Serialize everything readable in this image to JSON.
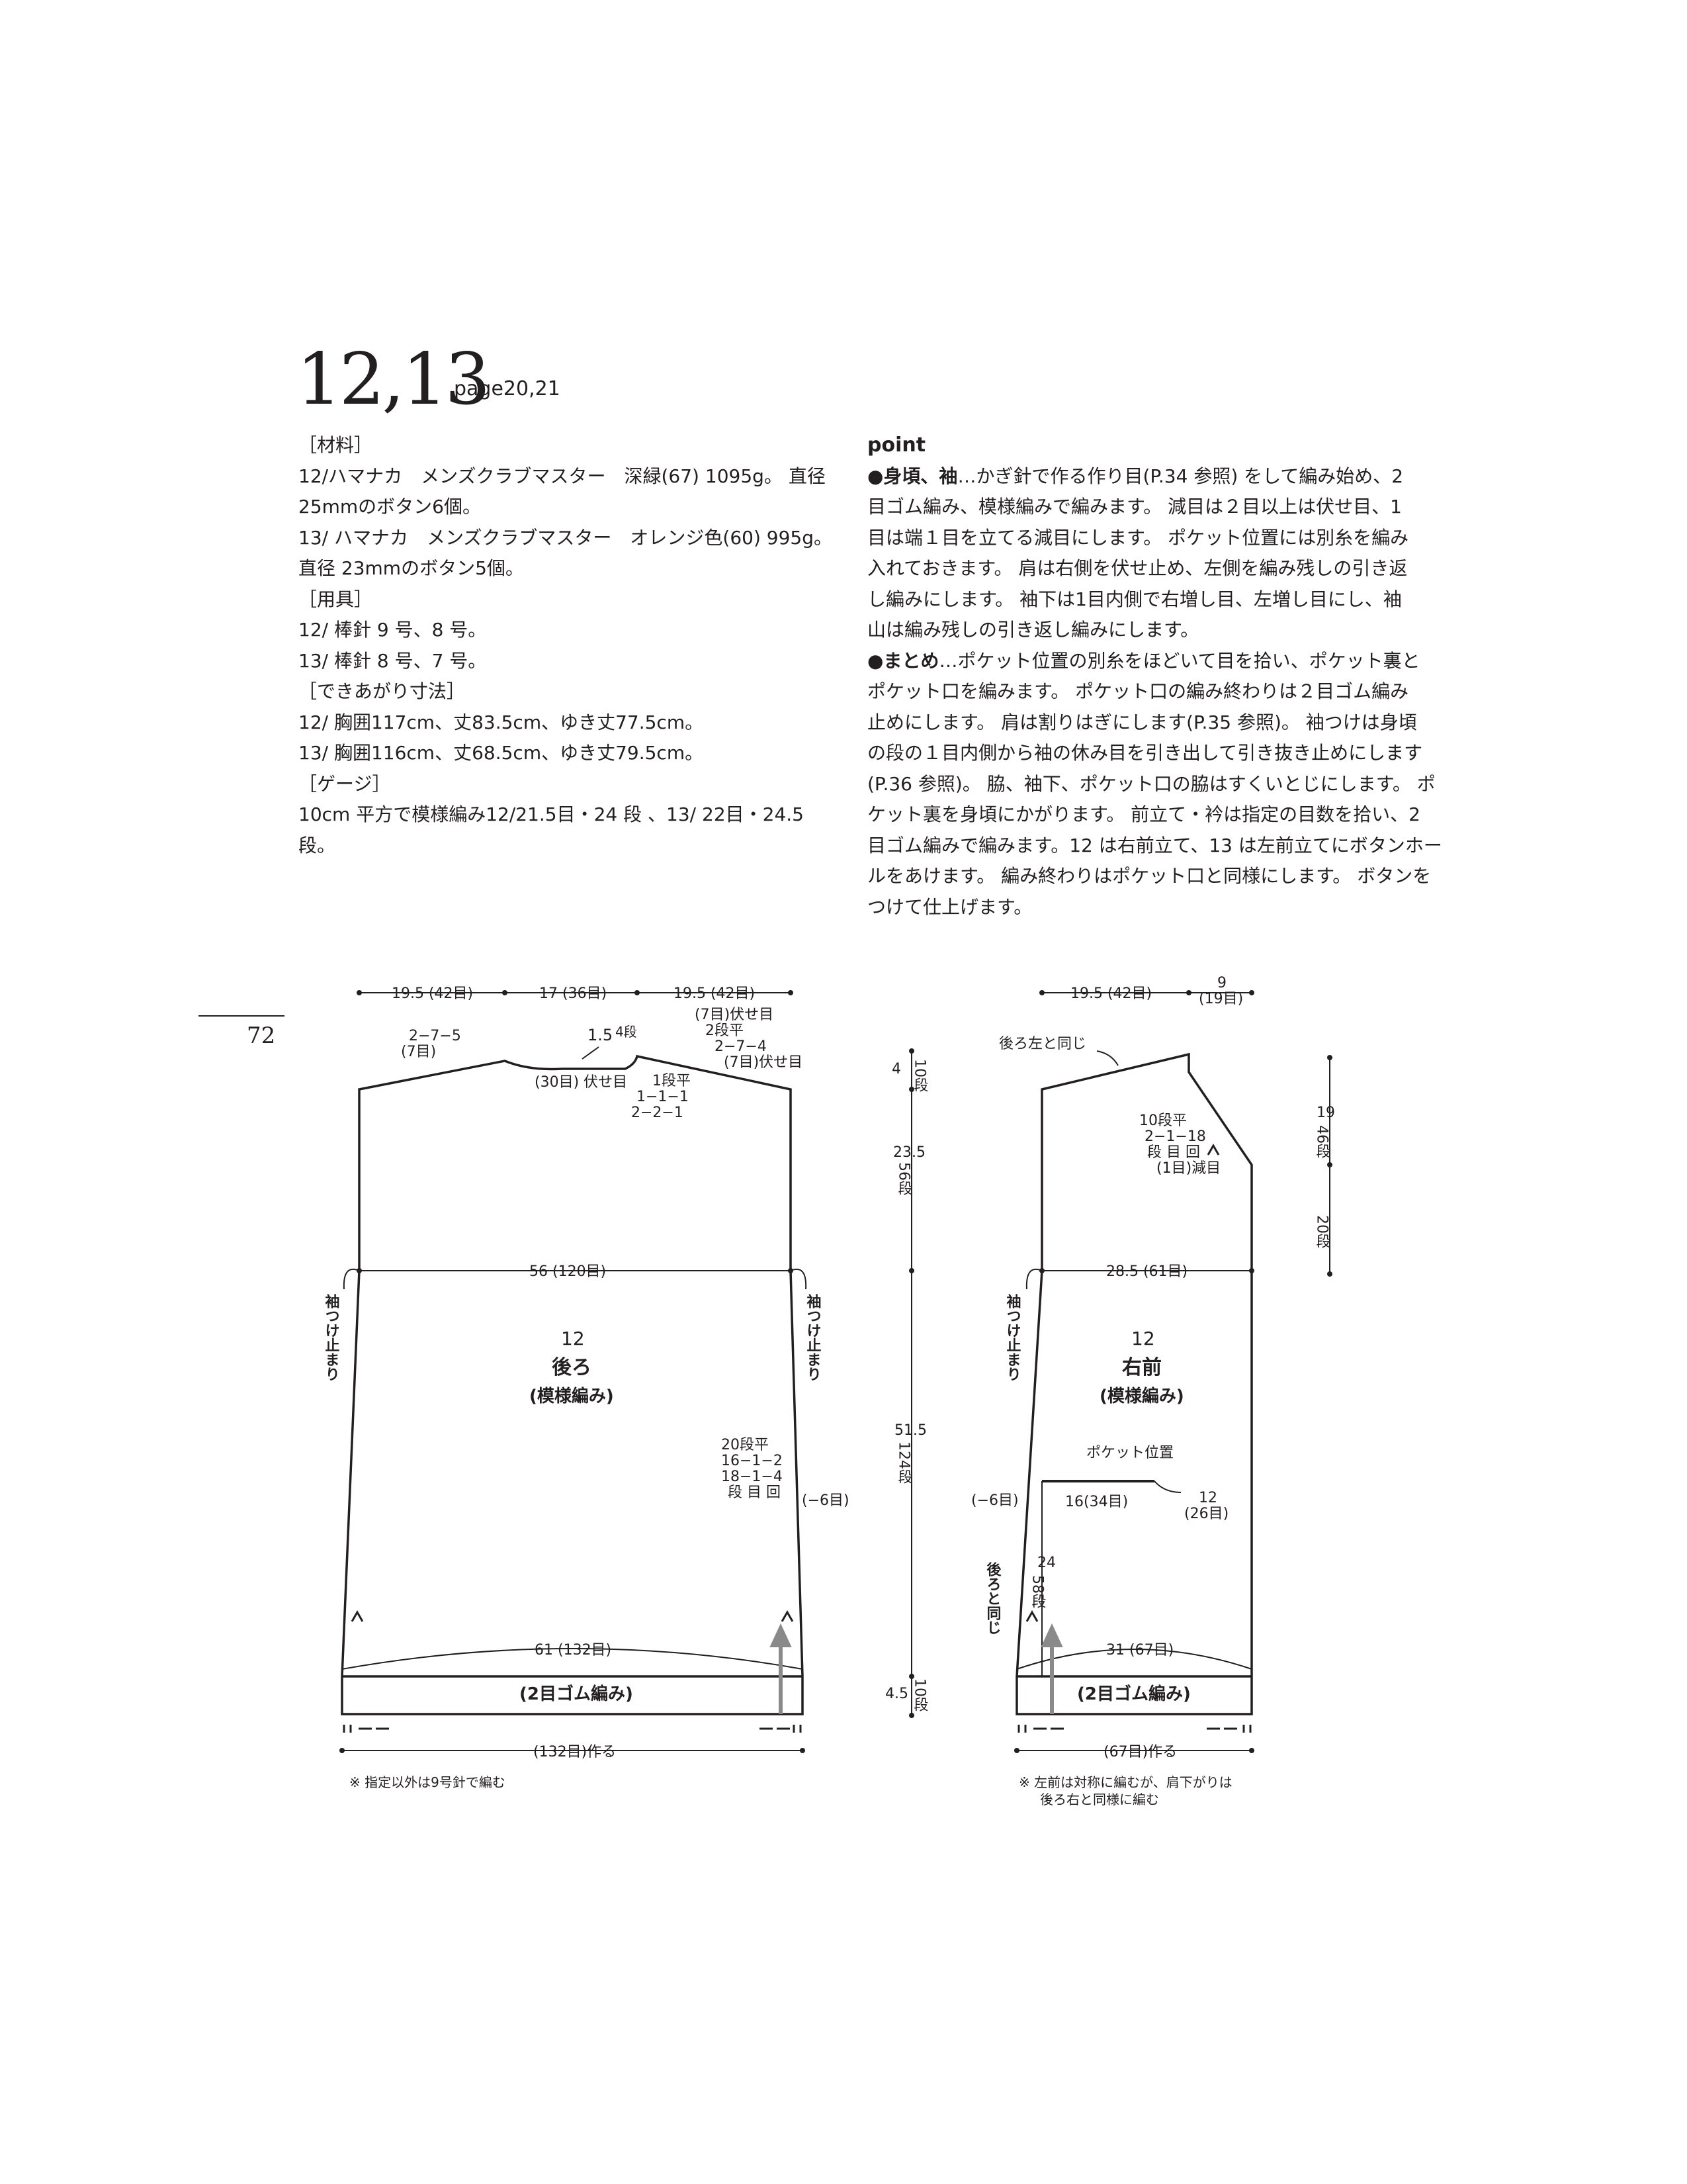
{
  "header": {
    "number": "12,13",
    "page_ref": "page20,21"
  },
  "page_number": "72",
  "materials": {
    "h_materials": "［材料］",
    "m1a": "12/ハマナカ　メンズクラブマスター　深緑(67) 1095g。 直径",
    "m1b": "25mmのボタン6個。",
    "m2a": "13/ ハマナカ　メンズクラブマスター　オレンジ色(60) 995g。",
    "m2b": "直径 23mmのボタン5個。",
    "h_tools": "［用具］",
    "t1": "12/ 棒針 9 号、8 号。",
    "t2": "13/ 棒針 8 号、7 号。",
    "h_size": "［できあがり寸法］",
    "s1": "12/ 胸囲117cm、丈83.5cm、ゆき丈77.5cm。",
    "s2": "13/ 胸囲116cm、丈68.5cm、ゆき丈79.5cm。",
    "h_gauge": "［ゲージ］",
    "g1": "10cm 平方で模様編み12/21.5目・24 段 、13/ 22目・24.5 段。"
  },
  "point": {
    "heading": "point",
    "l1_bold": "●身頃、袖",
    "l1": "…かぎ針で作る作り目(P.34 参照) をして編み始め、2",
    "l2": "目ゴム編み、模様編みで編みます。 減目は２目以上は伏せ目、1",
    "l3": "目は端１目を立てる減目にします。 ポケット位置には別糸を編み",
    "l4": "入れておきます。 肩は右側を伏せ止め、左側を編み残しの引き返",
    "l5": "し編みにします。 袖下は1目内側で右増し目、左増し目にし、袖",
    "l6": "山は編み残しの引き返し編みにします。",
    "l7_bold": "●まとめ",
    "l7": "…ポケット位置の別糸をほどいて目を拾い、ポケット裏と",
    "l8": "ポケット口を編みます。 ポケット口の編み終わりは２目ゴム編み",
    "l9": "止めにします。 肩は割りはぎにします(P.35 参照)。 袖つけは身頃",
    "l10": "の段の１目内側から袖の休み目を引き出して引き抜き止めにします",
    "l11": "(P.36 参照)。 脇、袖下、ポケット口の脇はすくいとじにします。 ポ",
    "l12": "ケット裏を身頃にかがります。 前立て・衿は指定の目数を拾い、2",
    "l13": "目ゴム編みで編みます。12 は右前立て、13 は左前立てにボタンホー",
    "l14": "ルをあけます。 編み終わりはポケット口と同様にします。 ボタンを",
    "l15": "つけて仕上げます。"
  },
  "back": {
    "top_left": "19.5 (42目)",
    "top_mid": "17 (36目)",
    "top_right": "19.5 (42目)",
    "shoulder_l1": "2−7−5",
    "shoulder_l2": "(7目)",
    "neck_depth": "1.5",
    "neck_rows": "4段",
    "neck_bind": "(30目) 伏せ目",
    "sr1": "(7目)伏せ目",
    "sr2": "2段平",
    "sr3": "2−7−4",
    "sr4": "(7目)伏せ目",
    "nd1": "1段平",
    "nd2": "1−1−1",
    "nd3": "2−2−1",
    "width": "56 (120目)",
    "sleeve_l": "袖つけ止まり",
    "sleeve_r": "袖つけ止まり",
    "num": "12",
    "name": "後ろ",
    "pattern": "(模様編み)",
    "dec1": "20段平",
    "dec2": "16−1−2",
    "dec3": "18−1−4",
    "dec4": "段 目 回",
    "minus6": "(−6目)",
    "hem_width": "61 (132目)",
    "rib": "(2目ゴム編み)",
    "cast_on": "(132目)作る",
    "note": "※ 指定以外は9号針で編む"
  },
  "center": {
    "v1": "4",
    "v1r": "10段",
    "v2": "23.5",
    "v2r": "56段",
    "v3": "51.5",
    "v3r": "124段",
    "v4": "4.5",
    "v4r": "10段"
  },
  "front": {
    "top_left": "19.5 (42目)",
    "top_right_a": "9",
    "top_right_b": "(19目)",
    "same_as_back": "後ろ左と同じ",
    "nk1": "10段平",
    "nk2": "2−1−18",
    "nk3": "段 目 回",
    "nk4": "(1目)減目",
    "v19": "19",
    "v19r": "46段",
    "v20r": "20段",
    "width": "28.5 (61目)",
    "sleeve_l": "袖つけ止まり",
    "num": "12",
    "name": "右前",
    "pattern": "(模様編み)",
    "pocket_pos": "ポケット位置",
    "pocket_w": "16(34目)",
    "right_a": "12",
    "right_b": "(26目)",
    "minus6": "(−6目)",
    "same_back_side": "後ろと同じ",
    "v24": "24",
    "v24r": "58段",
    "hem_width": "31 (67目)",
    "rib": "(2目ゴム編み)",
    "cast_on": "(67目)作る",
    "note1": "※ 左前は対称に編むが、肩下がりは",
    "note2": "後ろ右と同様に編む"
  }
}
